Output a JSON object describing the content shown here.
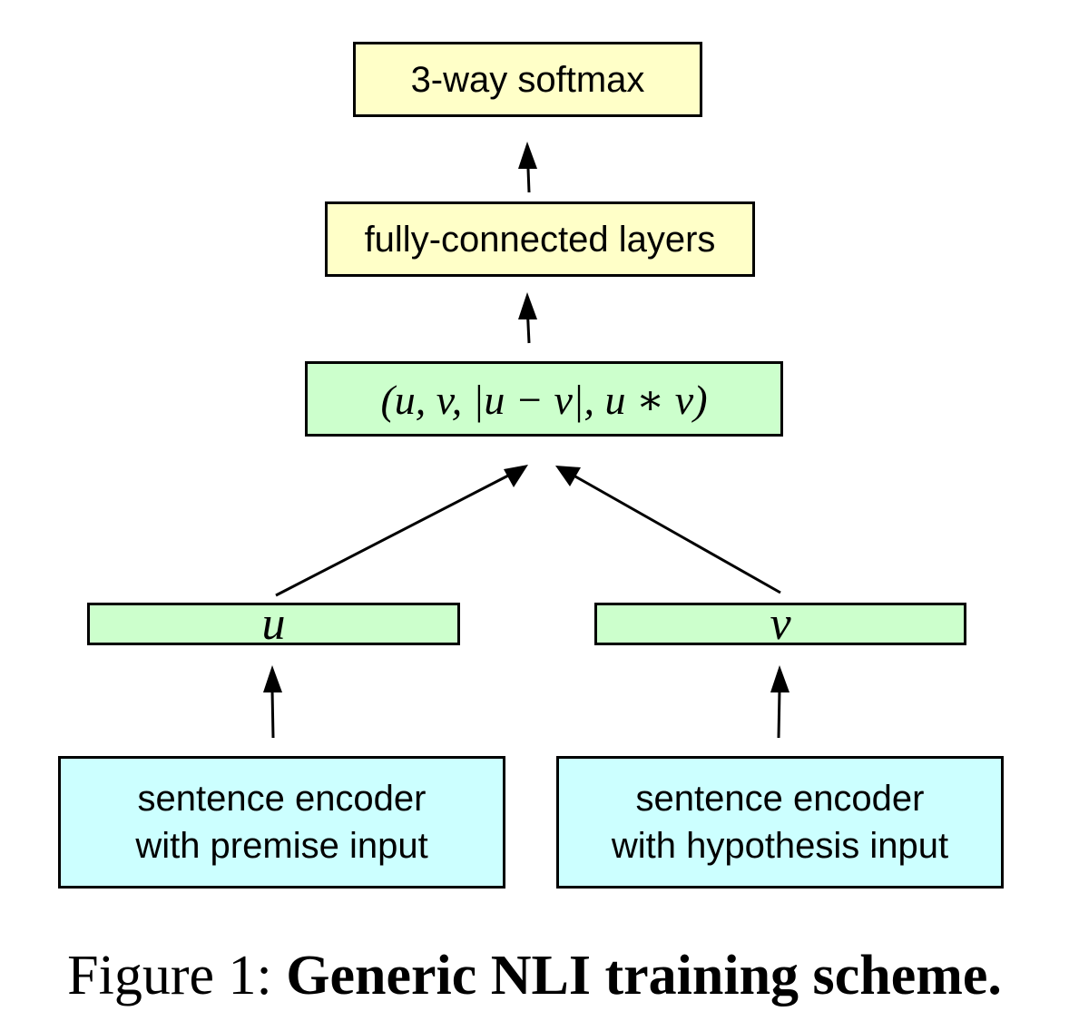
{
  "colors": {
    "output_fill": "#ffffc8",
    "vector_fill": "#ccffcc",
    "encoder_fill": "#ccffff",
    "stroke": "#000000"
  },
  "nodes": {
    "softmax": "3-way softmax",
    "fully_connected": "fully-connected layers",
    "combination": "(u, v, |u − v|, u ∗ v)",
    "u_vector": "u",
    "v_vector": "v",
    "premise_encoder": {
      "line1": "sentence encoder",
      "line2": "with premise input"
    },
    "hypothesis_encoder": {
      "line1": "sentence encoder",
      "line2": "with hypothesis input"
    }
  },
  "caption": {
    "prefix": "Figure 1: ",
    "title": "Generic NLI training scheme."
  }
}
